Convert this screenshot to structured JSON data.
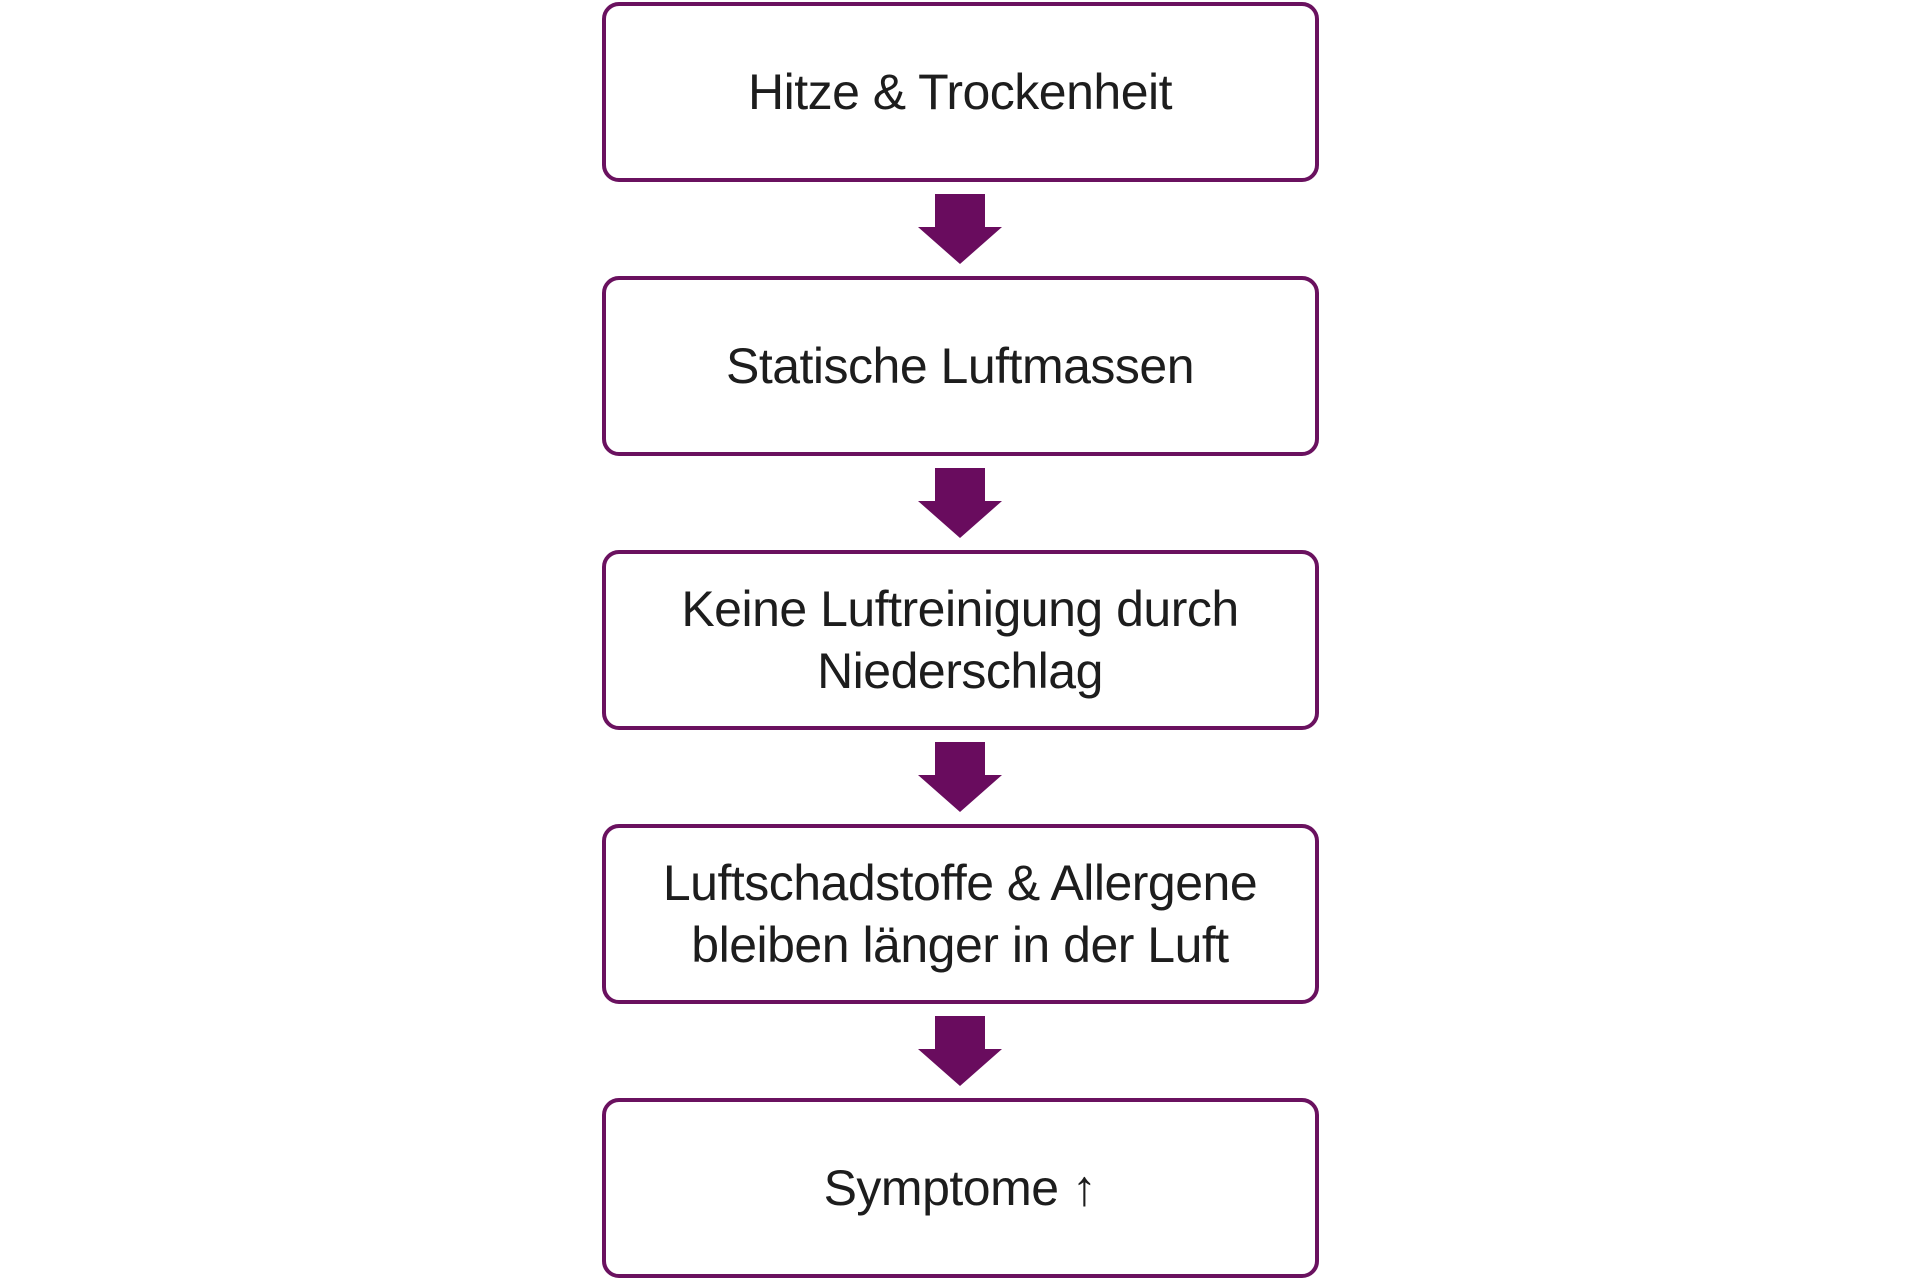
{
  "colors": {
    "box_border": "#6a115f",
    "arrow_fill": "#690c5e",
    "text": "#1d1d1d",
    "background": "#ffffff"
  },
  "flowchart": {
    "direction": "top-down",
    "nodes": [
      {
        "label": "Hitze & Trockenheit"
      },
      {
        "label": "Statische Luftmassen"
      },
      {
        "label": "Keine Luftreinigung durch Niederschlag"
      },
      {
        "label": "Luftschadstoffe & Allergene bleiben länger in der Luft"
      },
      {
        "label": "Symptome ↑"
      }
    ],
    "connector": "block-down-arrow"
  }
}
